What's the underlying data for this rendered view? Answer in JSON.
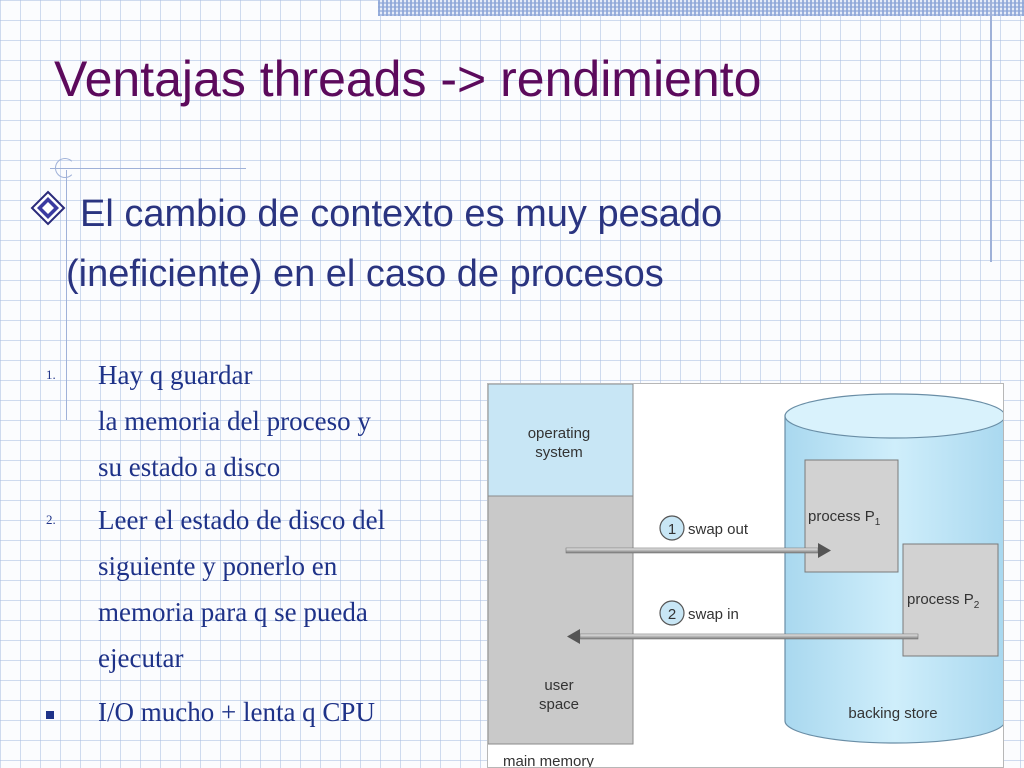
{
  "slide": {
    "title": "Ventajas threads -> rendimiento",
    "main_point": {
      "line1": "El cambio de contexto es muy pesado",
      "line2": "(ineficiente) en el caso de procesos"
    },
    "items": [
      {
        "marker": "1.",
        "lines": [
          "Hay q guardar",
          "la memoria del proceso y",
          "su estado a disco"
        ]
      },
      {
        "marker": "2.",
        "lines": [
          "Leer el estado de disco del",
          "siguiente y ponerlo en",
          "memoria para q se pueda",
          "ejecutar"
        ]
      },
      {
        "marker": "square-bullet",
        "lines": [
          "I/O mucho + lenta q CPU"
        ]
      }
    ]
  },
  "diagram": {
    "os_label": [
      "operating",
      "system"
    ],
    "user_label": [
      "user",
      "space"
    ],
    "memory_caption": "main memory",
    "store_caption": "backing store",
    "process1": {
      "label": "process P",
      "sub": "1"
    },
    "process2": {
      "label": "process P",
      "sub": "2"
    },
    "step1": {
      "num": "1",
      "label": "swap out"
    },
    "step2": {
      "num": "2",
      "label": "swap in"
    },
    "colors": {
      "os_fill": "#c8e6f5",
      "user_fill": "#c9c9c9",
      "store_fill": "#bfe4f5",
      "process_fill": "#d2d2d2"
    }
  },
  "colors": {
    "title": "#5c0a5c",
    "text": "#2a3480",
    "list": "#1e3288"
  }
}
